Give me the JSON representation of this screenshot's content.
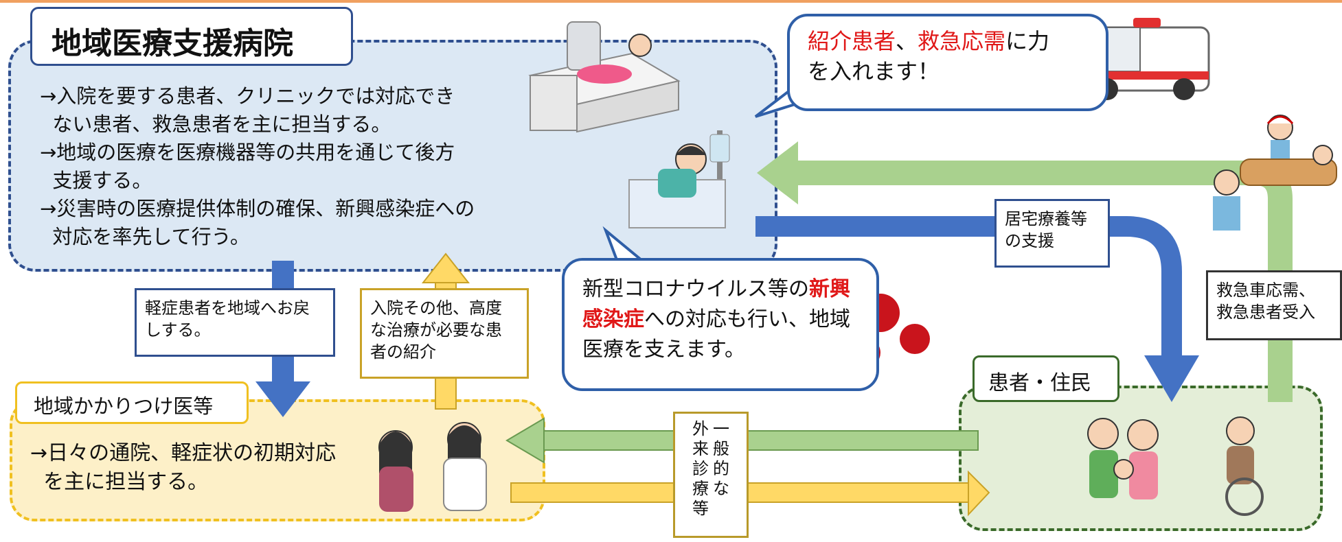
{
  "hospital": {
    "title": "地域医療支援病院",
    "lines": [
      "→入院を要する患者、クリニックでは対応でき",
      "  ない患者、救急患者を主に担当する。",
      "→地域の医療を医療機器等の共用を通じて後方",
      "  支援する。",
      "→災害時の医療提供体制の確保、新興感染症への",
      "  対応を率先して行う。"
    ]
  },
  "clinic": {
    "title": "地域かかりつけ医等",
    "lines": [
      "→日々の通院、軽症状の初期対応",
      "  を主に担当する。"
    ]
  },
  "patients": {
    "title": "患者・住民"
  },
  "bubble_top": {
    "red1": "紹介患者",
    "sep": "、",
    "red2": "救急応需",
    "rest1": "に力",
    "rest2": "を入れます！"
  },
  "bubble_covid": {
    "pre": "新型コロナウイルス等の",
    "bold1": "新興",
    "bold2": "感染症",
    "post1": "への対応も行い、地域",
    "post2": "医療を支えます。"
  },
  "arrows": {
    "return_mild": "軽症患者を地域へお戻\nしする。",
    "referral": "入院その他、高度\nな治療が必要な患\n者の紹介",
    "home_care": "居宅療養等\nの支援",
    "emergency": "救急車応需、\n救急患者受入",
    "outpatient_col1": "外来診療等",
    "outpatient_col2": "一般的な"
  },
  "colors": {
    "hospital_border": "#2f4f8f",
    "hospital_fill": "#dce8f4",
    "clinic_border": "#f0c020",
    "clinic_fill": "#fdf0c8",
    "patients_border": "#3a6a2a",
    "patients_fill": "#e4eed8",
    "arrow_blue": "#4472c4",
    "arrow_green": "#a9d18e",
    "arrow_yellow": "#ffd966",
    "accent_red": "#e01818"
  }
}
